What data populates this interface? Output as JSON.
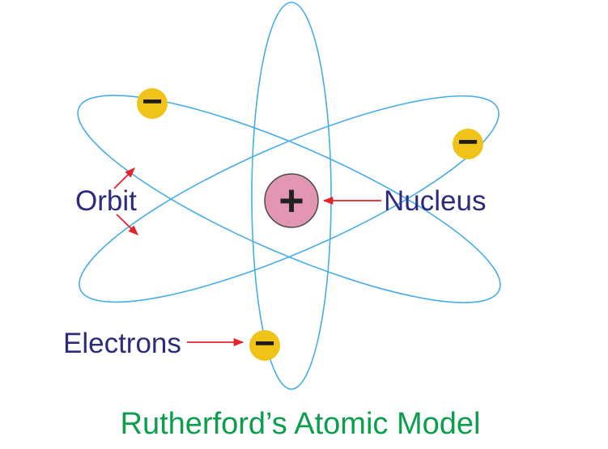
{
  "title": {
    "text": "Rutherford’s Atomic Model"
  },
  "labels": {
    "orbit": "Orbit",
    "nucleus": "Nucleus",
    "electrons": "Electrons"
  },
  "symbols": {
    "nucleus_charge": "+",
    "electron_charge": "−"
  },
  "counts": {
    "orbits": 3,
    "electrons": 3
  },
  "colors": {
    "background": "#ffffff",
    "orbit_stroke": "#46aee6",
    "electron_fill": "#efc317",
    "electron_symbol": "#1c1c1c",
    "nucleus_fill": "#e396b3",
    "nucleus_outline": "#4a4a4a",
    "nucleus_symbol": "#222222",
    "label_text": "#2e2a7f",
    "arrow": "#e5212e",
    "title_text": "#0b9f4d"
  }
}
